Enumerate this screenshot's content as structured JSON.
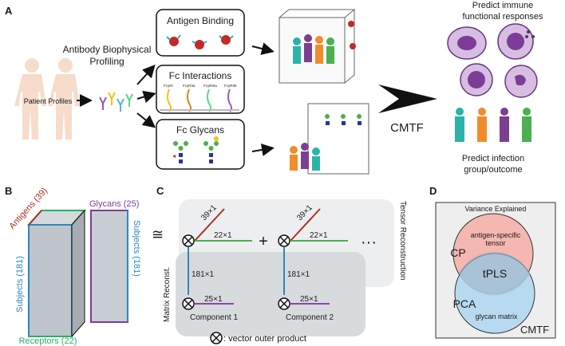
{
  "panels": {
    "a": "A",
    "b": "B",
    "c": "C",
    "d": "D"
  },
  "panel_a": {
    "patient_profiles": "Patient Profiles",
    "profiling_title_line1": "Antibody Biophysical",
    "profiling_title_line2": "Profiling",
    "box_antigen_binding": "Antigen Binding",
    "box_fc_interactions": "Fc Interactions",
    "box_fc_glycans": "Fc Glycans",
    "fc_receptor_labels": [
      "FcγRI",
      "FcγRIIa",
      "FcγRIIIa",
      "FcγRIIb"
    ],
    "cmtf": "CMTF",
    "predict_immune_line1": "Predict immune",
    "predict_immune_line2": "functional responses",
    "predict_infection_line1": "Predict infection",
    "predict_infection_line2": "group/outcome",
    "colors": {
      "figure_orange": "#f28c2b",
      "figure_green": "#4caf50",
      "figure_purple": "#7b3f91",
      "figure_teal": "#2bb3a8",
      "virus_red": "#c62828",
      "cell_purple": "#c39bd3"
    }
  },
  "panel_b": {
    "antigens": "Antigens (39)",
    "glycans": "Glycans (25)",
    "subjects_left": "Subjects (181)",
    "subjects_right": "Subjects (181)",
    "receptors": "Receptors (22)",
    "colors": {
      "antigens": "#a93226",
      "glycans": "#7d3c98",
      "subjects": "#2e86c1",
      "receptors": "#27ae60"
    }
  },
  "panel_c": {
    "dim_39": "39×1",
    "dim_22": "22×1",
    "dim_181": "181×1",
    "dim_25": "25×1",
    "dim_39_b": "39×1",
    "dim_22_b": "22×1",
    "dim_181_b": "181×1",
    "dim_25_b": "25×1",
    "component_1": "Component 1",
    "component_2": "Component 2",
    "plus": "+",
    "ellipsis": "···",
    "approx": "≅",
    "tensor_reconstruction": "Tensor Reconstruction",
    "matrix_reconst": "Matrix Reconst.",
    "legend": ": vector outer product"
  },
  "panel_d": {
    "title": "Variance Explained",
    "cp": "CP",
    "cp_sub_line1": "antigen-specific",
    "cp_sub_line2": "tensor",
    "tpls": "tPLS",
    "pca": "PCA",
    "pca_sub": "glycan matrix",
    "cmtf": "CMTF",
    "colors": {
      "cp": "#f5b7b1",
      "pca": "#aed6f1",
      "overlap": "#9fb8c9"
    }
  }
}
